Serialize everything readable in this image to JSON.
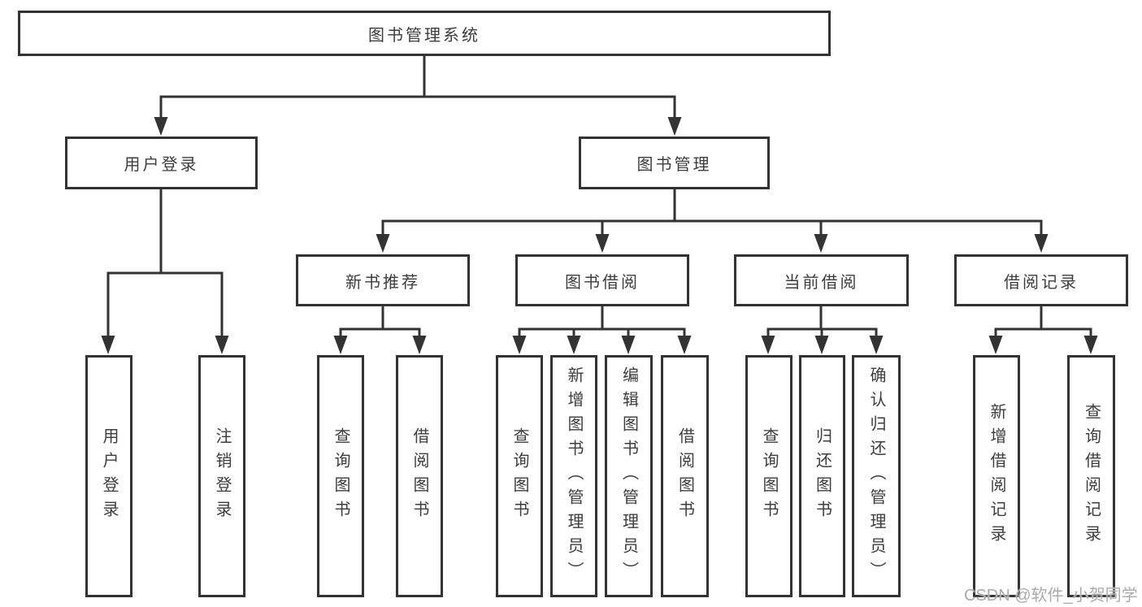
{
  "diagram": {
    "root": {
      "label": "图书管理系统"
    },
    "level2": [
      {
        "label": "用户登录"
      },
      {
        "label": "图书管理"
      }
    ],
    "level3": [
      {
        "label": "新书推荐"
      },
      {
        "label": "图书借阅"
      },
      {
        "label": "当前借阅"
      },
      {
        "label": "借阅记录"
      }
    ],
    "leaves": [
      {
        "label": "用户登录"
      },
      {
        "label": "注销登录"
      },
      {
        "label": "查询图书"
      },
      {
        "label": "借阅图书"
      },
      {
        "label": "查询图书"
      },
      {
        "label": "新增图书（管理员）"
      },
      {
        "label": "编辑图书（管理员）"
      },
      {
        "label": "借阅图书"
      },
      {
        "label": "查询图书"
      },
      {
        "label": "归还图书"
      },
      {
        "label": "确认归还（管理员）"
      },
      {
        "label": "新增借阅记录"
      },
      {
        "label": "查询借阅记录"
      }
    ]
  },
  "watermark": {
    "text": "CSDN @软件_小贺同学"
  },
  "colors": {
    "line": "#333333",
    "text": "#3d3d3d",
    "watermark": "#ababab",
    "background": "#ffffff"
  }
}
